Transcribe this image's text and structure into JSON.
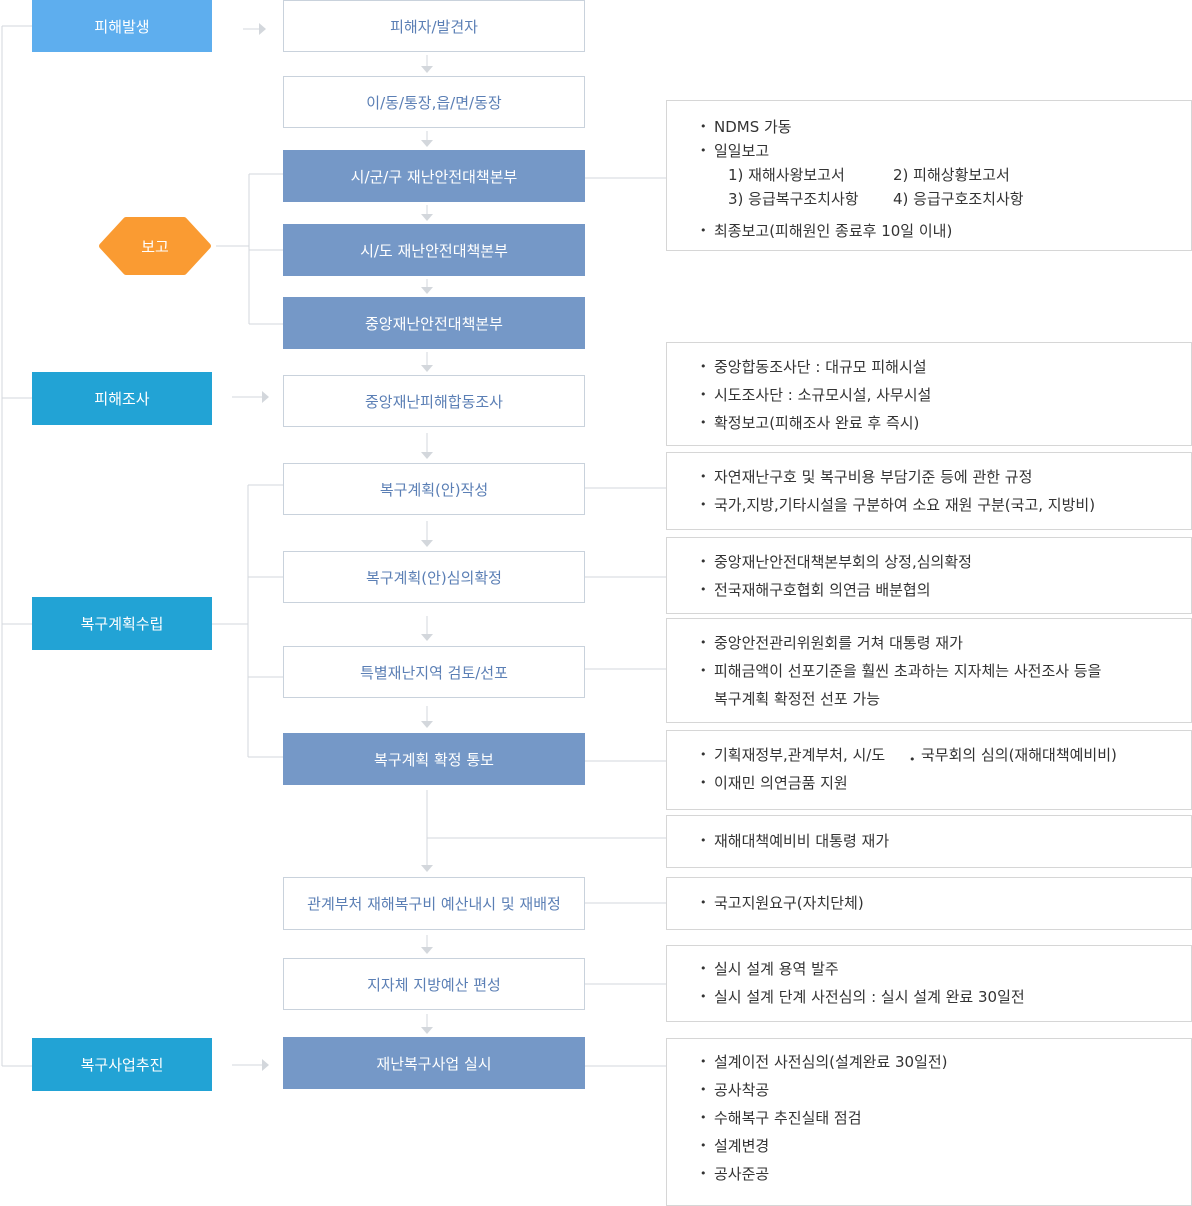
{
  "colors": {
    "stage_light": "#5eaeee",
    "stage_dark": "#22a3d5",
    "box_filled": "#7598c7",
    "box_text_outline": "#5b7fb5",
    "diamond": "#fa9b32",
    "connector": "#d3d7dc"
  },
  "stages": [
    {
      "label": "피해발생",
      "tone": "light"
    },
    {
      "label": "피해조사",
      "tone": "dark"
    },
    {
      "label": "복구계획수립",
      "tone": "dark"
    },
    {
      "label": "복구사업추진",
      "tone": "dark"
    }
  ],
  "report_label": "보고",
  "flow": [
    {
      "label": "피해자/발견자",
      "style": "outline"
    },
    {
      "label": "이/동/통장,읍/면/동장",
      "style": "outline"
    },
    {
      "label": "시/군/구 재난안전대책본부",
      "style": "filled"
    },
    {
      "label": "시/도 재난안전대책본부",
      "style": "filled"
    },
    {
      "label": "중앙재난안전대책본부",
      "style": "filled"
    },
    {
      "label": "중앙재난피해합동조사",
      "style": "outline"
    },
    {
      "label": "복구계획(안)작성",
      "style": "outline"
    },
    {
      "label": "복구계획(안)심의확정",
      "style": "outline"
    },
    {
      "label": "특별재난지역 검토/선포",
      "style": "outline"
    },
    {
      "label": "복구계획 확정 통보",
      "style": "filled"
    },
    {
      "label": "관계부처 재해복구비 예산내시 및 재배정",
      "style": "outline"
    },
    {
      "label": "지자체 지방예산 편성",
      "style": "outline"
    },
    {
      "label": "재난복구사업 실시",
      "style": "filled"
    }
  ],
  "notes": [
    {
      "lines": [
        {
          "bullet": true,
          "text": "NDMS 가동"
        },
        {
          "bullet": true,
          "text": "일일보고"
        },
        {
          "bullet": false,
          "cols": [
            "1) 재해사왕보고서",
            "2) 피해상황보고서"
          ]
        },
        {
          "bullet": false,
          "cols": [
            "3) 응급복구조치사항",
            "4) 응급구호조치사항"
          ]
        },
        {
          "bullet": true,
          "text": "최종보고(피해원인 종료후 10일 이내)"
        }
      ]
    },
    {
      "lines": [
        {
          "bullet": true,
          "text": "중앙합동조사단 : 대규모 피해시설"
        },
        {
          "bullet": true,
          "text": "시도조사단 : 소규모시설, 사무시설"
        },
        {
          "bullet": true,
          "text": "확정보고(피해조사 완료 후 즉시)"
        }
      ]
    },
    {
      "lines": [
        {
          "bullet": true,
          "text": "자연재난구호 및 복구비용 부담기준 등에 관한 규정"
        },
        {
          "bullet": true,
          "text": "국가,지방,기타시설을 구분하여 소요 재원 구분(국고, 지방비)"
        }
      ]
    },
    {
      "lines": [
        {
          "bullet": true,
          "text": "중앙재난안전대책본부회의 상정,심의확정"
        },
        {
          "bullet": true,
          "text": "전국재해구호협회 의연금 배분협의"
        }
      ]
    },
    {
      "lines": [
        {
          "bullet": true,
          "text": "중앙안전관리위원회를 거쳐 대통령 재가"
        },
        {
          "bullet": true,
          "text": "피해금액이 선포기준을 훨씬 초과하는 지자체는 사전조사 등을"
        },
        {
          "bullet": false,
          "text": "복구계획 확정전 선포 가능"
        }
      ]
    },
    {
      "lines": [
        {
          "bullet": true,
          "cols2": [
            "기획재정부,관계부처, 시/도",
            "국무회의 심의(재해대책예비비)"
          ]
        },
        {
          "bullet": true,
          "text": "이재민 의연금품 지원"
        }
      ]
    },
    {
      "lines": [
        {
          "bullet": true,
          "text": "재해대책예비비 대통령 재가"
        }
      ]
    },
    {
      "lines": [
        {
          "bullet": true,
          "text": "국고지원요구(자치단체)"
        }
      ]
    },
    {
      "lines": [
        {
          "bullet": true,
          "text": "실시 설계 용역 발주"
        },
        {
          "bullet": true,
          "text": "실시 설계 단계 사전심의 : 실시 설계 완료 30일전"
        }
      ]
    },
    {
      "lines": [
        {
          "bullet": true,
          "text": "설계이전 사전심의(설계완료 30일전)"
        },
        {
          "bullet": true,
          "text": "공사착공"
        },
        {
          "bullet": true,
          "text": "수해복구 추진실태 점검"
        },
        {
          "bullet": true,
          "text": "설계변경"
        },
        {
          "bullet": true,
          "text": "공사준공"
        }
      ]
    }
  ]
}
